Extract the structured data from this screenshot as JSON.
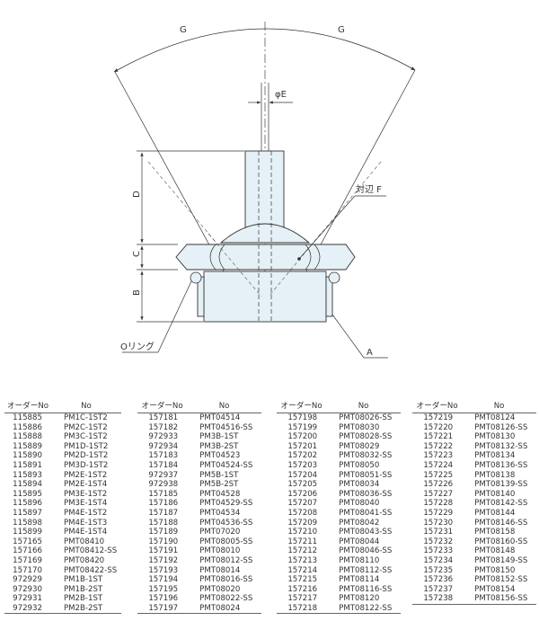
{
  "drawing": {
    "labels": {
      "G_left": "G",
      "G_right": "G",
      "phiE": "φE",
      "D": "D",
      "C": "C",
      "B": "B",
      "across_flats": "対辺 F",
      "o_ring": "Oリング",
      "A": "A"
    }
  },
  "tables": [
    {
      "headers": [
        "オーダーNo",
        "No"
      ],
      "rows": [
        [
          "115885",
          "PM1C-1ST2"
        ],
        [
          "115886",
          "PM2C-1ST2"
        ],
        [
          "115888",
          "PM3C-1ST2"
        ],
        [
          "115889",
          "PM1D-1ST2"
        ],
        [
          "115890",
          "PM2D-1ST2"
        ],
        [
          "115891",
          "PM3D-1ST2"
        ],
        [
          "115893",
          "PM2E-1ST2"
        ],
        [
          "115894",
          "PM2E-1ST4"
        ],
        [
          "115895",
          "PM3E-1ST2"
        ],
        [
          "115896",
          "PM3E-1ST4"
        ],
        [
          "115897",
          "PM4E-1ST2"
        ],
        [
          "115898",
          "PM4E-1ST3"
        ],
        [
          "115899",
          "PM4E-1ST4"
        ],
        [
          "157165",
          "PMT08410"
        ],
        [
          "157166",
          "PMT08412-SS"
        ],
        [
          "157169",
          "PMT08420"
        ],
        [
          "157170",
          "PMT08422-SS"
        ],
        [
          "972929",
          "PM1B-1ST"
        ],
        [
          "972930",
          "PM1B-2ST"
        ],
        [
          "972931",
          "PM2B-1ST"
        ],
        [
          "972932",
          "PM2B-2ST"
        ]
      ]
    },
    {
      "headers": [
        "オーダーNo",
        "No"
      ],
      "rows": [
        [
          "157181",
          "PMT04514"
        ],
        [
          "157182",
          "PMT04516-SS"
        ],
        [
          "972933",
          "PM3B-1ST"
        ],
        [
          "972934",
          "PM3B-2ST"
        ],
        [
          "157183",
          "PMT04523"
        ],
        [
          "157184",
          "PMT04524-SS"
        ],
        [
          "972937",
          "PM5B-1ST"
        ],
        [
          "972938",
          "PM5B-2ST"
        ],
        [
          "157185",
          "PMT04528"
        ],
        [
          "157186",
          "PMT04529-SS"
        ],
        [
          "157187",
          "PMT04534"
        ],
        [
          "157188",
          "PMT04536-SS"
        ],
        [
          "157189",
          "PMT07020"
        ],
        [
          "157190",
          "PMT08005-SS"
        ],
        [
          "157191",
          "PMT08010"
        ],
        [
          "157192",
          "PMT08012-SS"
        ],
        [
          "157193",
          "PMT08014"
        ],
        [
          "157194",
          "PMT08016-SS"
        ],
        [
          "157195",
          "PMT08020"
        ],
        [
          "157196",
          "PMT08022-SS"
        ],
        [
          "157197",
          "PMT08024"
        ]
      ]
    },
    {
      "headers": [
        "オーダーNo",
        "No"
      ],
      "rows": [
        [
          "157198",
          "PMT08026-SS"
        ],
        [
          "157199",
          "PMT08030"
        ],
        [
          "157200",
          "PMT08028-SS"
        ],
        [
          "157201",
          "PMT08029"
        ],
        [
          "157202",
          "PMT08032-SS"
        ],
        [
          "157203",
          "PMT08050"
        ],
        [
          "157204",
          "PMT08051-SS"
        ],
        [
          "157205",
          "PMT08034"
        ],
        [
          "157206",
          "PMT08036-SS"
        ],
        [
          "157207",
          "PMT08040"
        ],
        [
          "157208",
          "PMT08041-SS"
        ],
        [
          "157209",
          "PMT08042"
        ],
        [
          "157210",
          "PMT08043-SS"
        ],
        [
          "157211",
          "PMT08044"
        ],
        [
          "157212",
          "PMT08046-SS"
        ],
        [
          "157213",
          "PMT08110"
        ],
        [
          "157214",
          "PMT08112-SS"
        ],
        [
          "157215",
          "PMT08114"
        ],
        [
          "157216",
          "PMT08116-SS"
        ],
        [
          "157217",
          "PMT08120"
        ],
        [
          "157218",
          "PMT08122-SS"
        ]
      ]
    },
    {
      "headers": [
        "オーダーNo",
        "No"
      ],
      "rows": [
        [
          "157219",
          "PMT08124"
        ],
        [
          "157220",
          "PMT08126-SS"
        ],
        [
          "157221",
          "PMT08130"
        ],
        [
          "157222",
          "PMT08132-SS"
        ],
        [
          "157223",
          "PMT08134"
        ],
        [
          "157224",
          "PMT08136-SS"
        ],
        [
          "157225",
          "PMT08138"
        ],
        [
          "157226",
          "PMT08139-SS"
        ],
        [
          "157227",
          "PMT08140"
        ],
        [
          "157228",
          "PMT08142-SS"
        ],
        [
          "157229",
          "PMT08144"
        ],
        [
          "157230",
          "PMT08146-SS"
        ],
        [
          "157231",
          "PMT08158"
        ],
        [
          "157232",
          "PMT08160-SS"
        ],
        [
          "157233",
          "PMT08148"
        ],
        [
          "157234",
          "PMT08149-SS"
        ],
        [
          "157235",
          "PMT08150"
        ],
        [
          "157236",
          "PMT08152-SS"
        ],
        [
          "157237",
          "PMT08154"
        ],
        [
          "157238",
          "PMT08156-SS"
        ]
      ]
    }
  ]
}
